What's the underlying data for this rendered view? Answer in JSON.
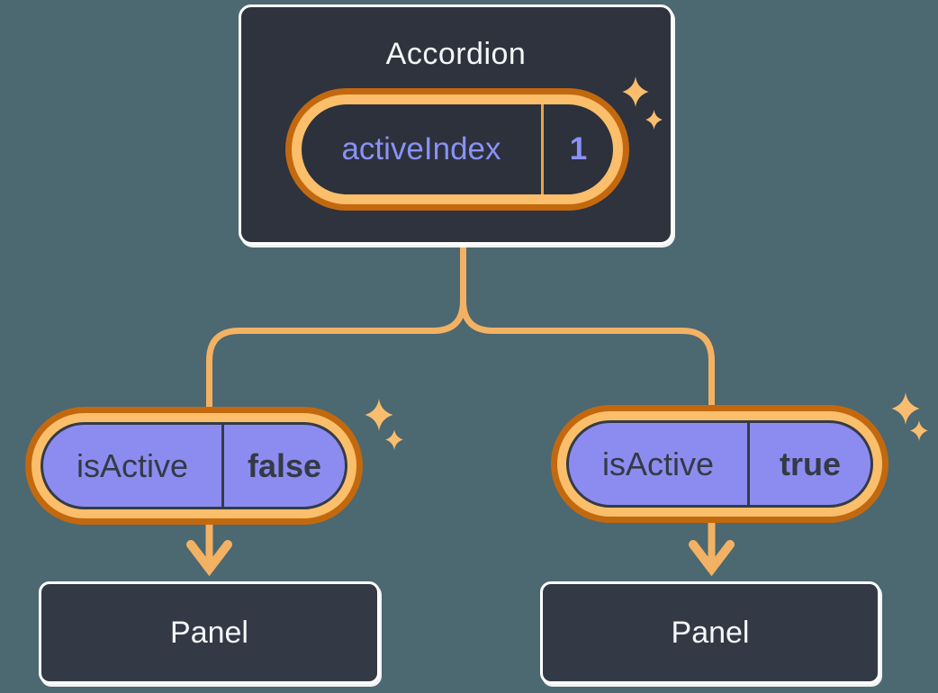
{
  "colors": {
    "background": "#4C6871",
    "node_fill": "#2E333D",
    "panel_fill": "#333A46",
    "node_border": "#FFFFFF",
    "ring_outer": "#C2690F",
    "ring_inner": "#FBBE6A",
    "connector": "#F3B163",
    "sparkle": "#F8BD6E",
    "state_text": "#8A91F6",
    "prop_fill": "#8C8CF0",
    "prop_text": "#343A46",
    "divider_orange": "#E9A446",
    "light_text": "#F6F7F9"
  },
  "tree": {
    "root": {
      "title": "Accordion",
      "state": {
        "name": "activeIndex",
        "value": "1"
      }
    },
    "children": [
      {
        "prop": {
          "name": "isActive",
          "value": "false"
        },
        "panel": {
          "title": "Panel"
        }
      },
      {
        "prop": {
          "name": "isActive",
          "value": "true"
        },
        "panel": {
          "title": "Panel"
        }
      }
    ]
  }
}
